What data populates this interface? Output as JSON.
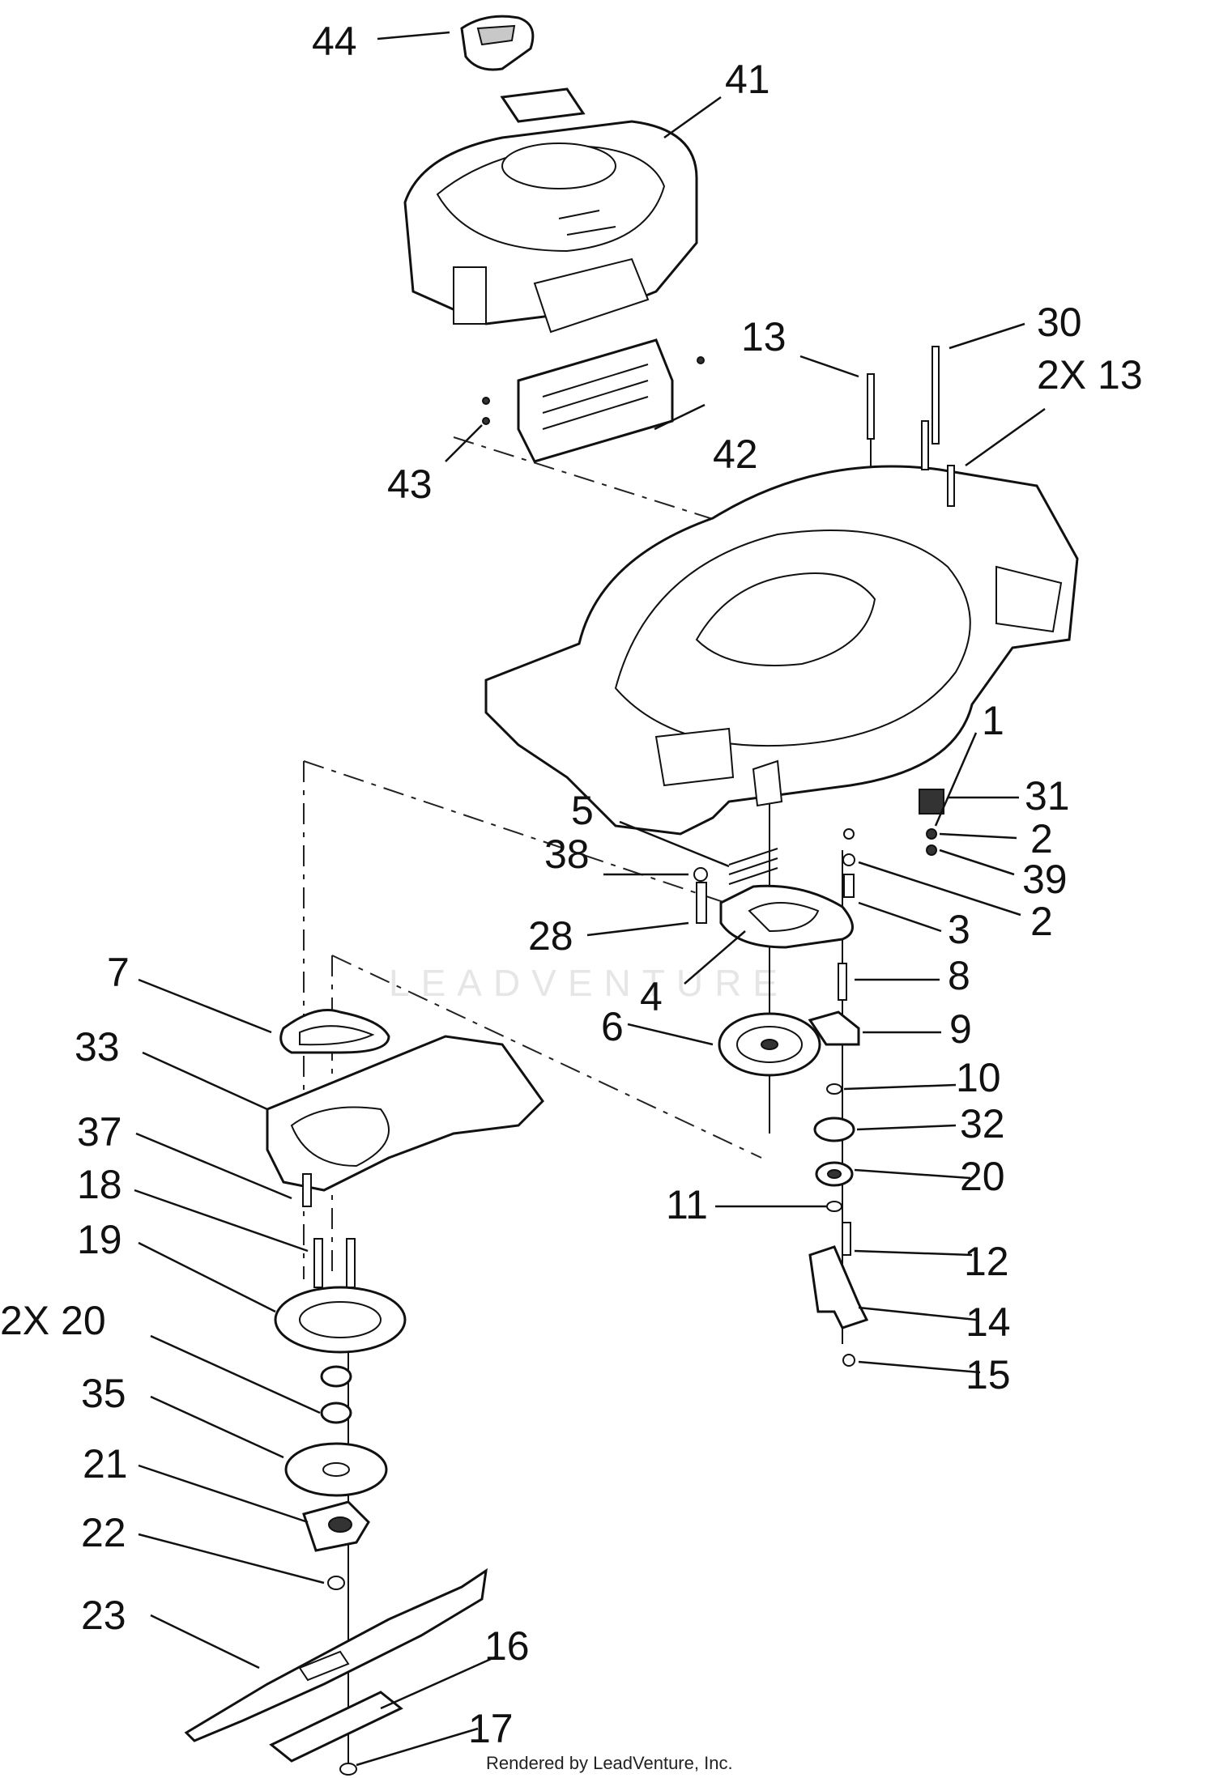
{
  "watermark": "LEADVENTURE",
  "footer": "Rendered by LeadVenture, Inc.",
  "callouts": {
    "c44": "44",
    "c41": "41",
    "c13a": "13",
    "c30": "30",
    "c2x13": "2X 13",
    "c43": "43",
    "c42": "42",
    "c1": "1",
    "c31": "31",
    "c2a": "2",
    "c5": "5",
    "c38": "38",
    "c39": "39",
    "c2b": "2",
    "c28": "28",
    "c3": "3",
    "c7": "7",
    "c8": "8",
    "c4": "4",
    "c6": "6",
    "c9": "9",
    "c33": "33",
    "c10": "10",
    "c32": "32",
    "c37": "37",
    "c20": "20",
    "c18": "18",
    "c11": "11",
    "c12": "12",
    "c19": "19",
    "c14": "14",
    "c2x20": "2X 20",
    "c15": "15",
    "c35": "35",
    "c21": "21",
    "c22": "22",
    "c23": "23",
    "c16": "16",
    "c17": "17"
  }
}
